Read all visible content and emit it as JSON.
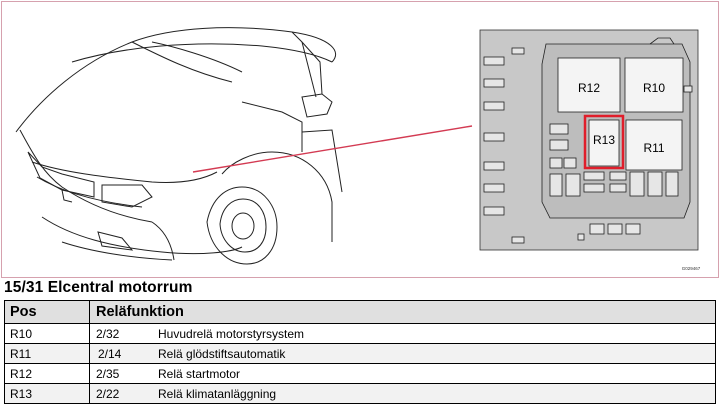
{
  "figure": {
    "relay_labels": [
      "R12",
      "R10",
      "R13",
      "R11"
    ],
    "highlighted_relay": "R13",
    "image_code": "G029467",
    "colors": {
      "frame": "#d6a1ae",
      "pointer": "#d33a52",
      "highlight": "#e01e2b",
      "box_bg": "#c8c8c8"
    }
  },
  "section": {
    "title": "15/31 Elcentral motorrum"
  },
  "table": {
    "headers": {
      "pos": "Pos",
      "function": "Reläfunktion"
    },
    "rows": [
      {
        "pos": "R10",
        "code": "2/32",
        "function": "Huvudrelä motorstyrsystem"
      },
      {
        "pos": "R11",
        "code": "2/14",
        "function": "Relä glödstiftsautomatik"
      },
      {
        "pos": "R12",
        "code": "2/35",
        "function": "Relä startmotor"
      },
      {
        "pos": "R13",
        "code": "2/22",
        "function": "Relä klimatanläggning"
      }
    ]
  }
}
